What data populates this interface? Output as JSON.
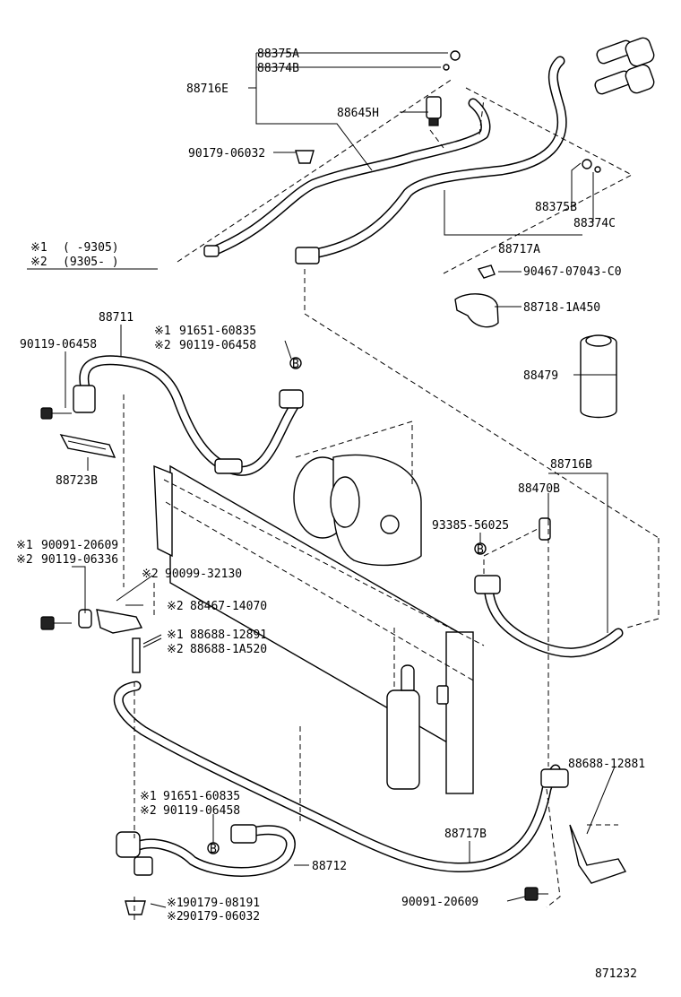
{
  "footnote": {
    "row1_mark": "※1",
    "row1_value": "(   -9305)",
    "row2_mark": "※2",
    "row2_value": "(9305-   )"
  },
  "labels": {
    "p88375A": "88375A",
    "p88374B": "88374B",
    "p88716E": "88716E",
    "p88645H": "88645H",
    "p90179_06032_top": "90179-06032",
    "p88375B": "88375B",
    "p88374C": "88374C",
    "p88717A": "88717A",
    "p90467": "90467-07043-C0",
    "p88718": "88718-1A450",
    "p88479": "88479",
    "p88711": "88711",
    "p90119_06458_left": "90119-06458",
    "p91651_60835_top_mark": "※1",
    "p91651_60835_top": "91651-60835",
    "p90119_06458_top_mark": "※2",
    "p90119_06458_top": "90119-06458",
    "p88723B": "88723B",
    "p88716B": "88716B",
    "p88470B": "88470B",
    "p93385": "93385-56025",
    "p90091_20609_left_mark": "※1",
    "p90091_20609_left": "90091-20609",
    "p90119_06336_mark": "※2",
    "p90119_06336": "90119-06336",
    "p90099_mark": "※2",
    "p90099": "90099-32130",
    "p88467_mark": "※2",
    "p88467": "88467-14070",
    "p88688_12891_mark": "※1",
    "p88688_12891": "88688-12891",
    "p88688_1A520_mark": "※2",
    "p88688_1A520": "88688-1A520",
    "p88688_12881": "88688-12881",
    "p91651_60835_bot_mark": "※1",
    "p91651_60835_bot": "91651-60835",
    "p90119_06458_bot_mark": "※2",
    "p90119_06458_bot": "90119-06458",
    "p88717B": "88717B",
    "p88712": "88712",
    "p90091_20609_bot": "90091-20609",
    "p90179_08191_mark": "※1",
    "p90179_08191": "90179-08191",
    "p90179_06032_bot_mark": "※2",
    "p90179_06032_bot": "90179-06032",
    "bolt_mark_B": "B",
    "diagram_number": "871232"
  }
}
